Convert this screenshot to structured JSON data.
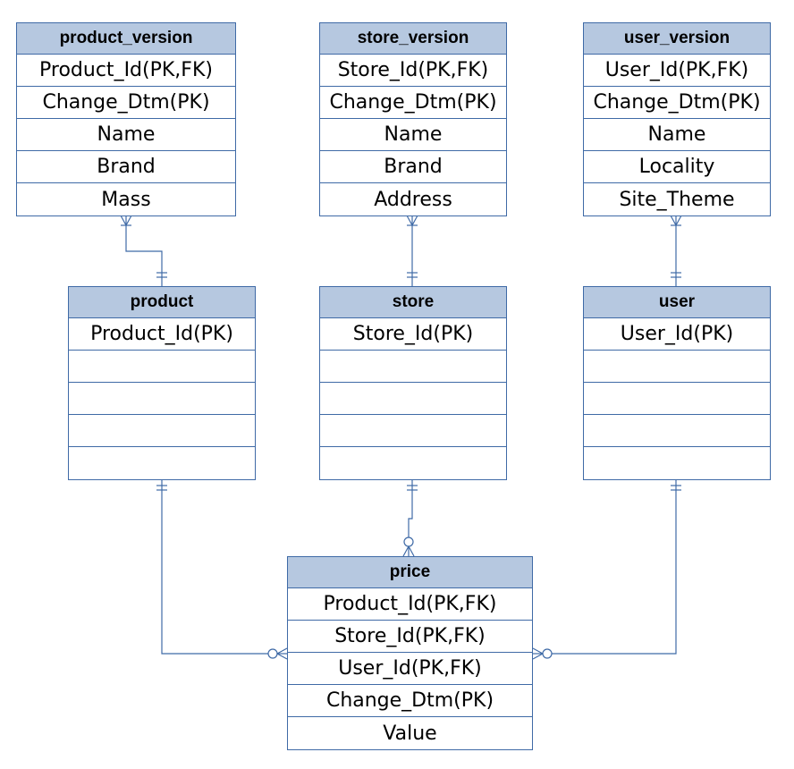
{
  "colors": {
    "line": "#3f6aa6",
    "header_fill": "#b6c8e0",
    "background": "#ffffff"
  },
  "entities": {
    "product_version": {
      "title": "product_version",
      "fields": [
        "Product_Id(PK,FK)",
        "Change_Dtm(PK)",
        "Name",
        "Brand",
        "Mass"
      ]
    },
    "store_version": {
      "title": "store_version",
      "fields": [
        "Store_Id(PK,FK)",
        "Change_Dtm(PK)",
        "Name",
        "Brand",
        "Address"
      ]
    },
    "user_version": {
      "title": "user_version",
      "fields": [
        "User_Id(PK,FK)",
        "Change_Dtm(PK)",
        "Name",
        "Locality",
        "Site_Theme"
      ]
    },
    "product": {
      "title": "product",
      "fields": [
        "Product_Id(PK)",
        "",
        "",
        "",
        ""
      ]
    },
    "store": {
      "title": "store",
      "fields": [
        "Store_Id(PK)",
        "",
        "",
        "",
        ""
      ]
    },
    "user": {
      "title": "user",
      "fields": [
        "User_Id(PK)",
        "",
        "",
        "",
        ""
      ]
    },
    "price": {
      "title": "price",
      "fields": [
        "Product_Id(PK,FK)",
        "Store_Id(PK,FK)",
        "User_Id(PK,FK)",
        "Change_Dtm(PK)",
        "Value"
      ]
    }
  },
  "relationships": [
    {
      "from": "product",
      "to": "product_version",
      "from_cardinality": "one",
      "to_cardinality": "many"
    },
    {
      "from": "store",
      "to": "store_version",
      "from_cardinality": "one",
      "to_cardinality": "many"
    },
    {
      "from": "user",
      "to": "user_version",
      "from_cardinality": "one",
      "to_cardinality": "many"
    },
    {
      "from": "product",
      "to": "price",
      "from_cardinality": "one",
      "to_cardinality": "zero-or-many"
    },
    {
      "from": "store",
      "to": "price",
      "from_cardinality": "one",
      "to_cardinality": "zero-or-many"
    },
    {
      "from": "user",
      "to": "price",
      "from_cardinality": "one",
      "to_cardinality": "zero-or-many"
    }
  ]
}
